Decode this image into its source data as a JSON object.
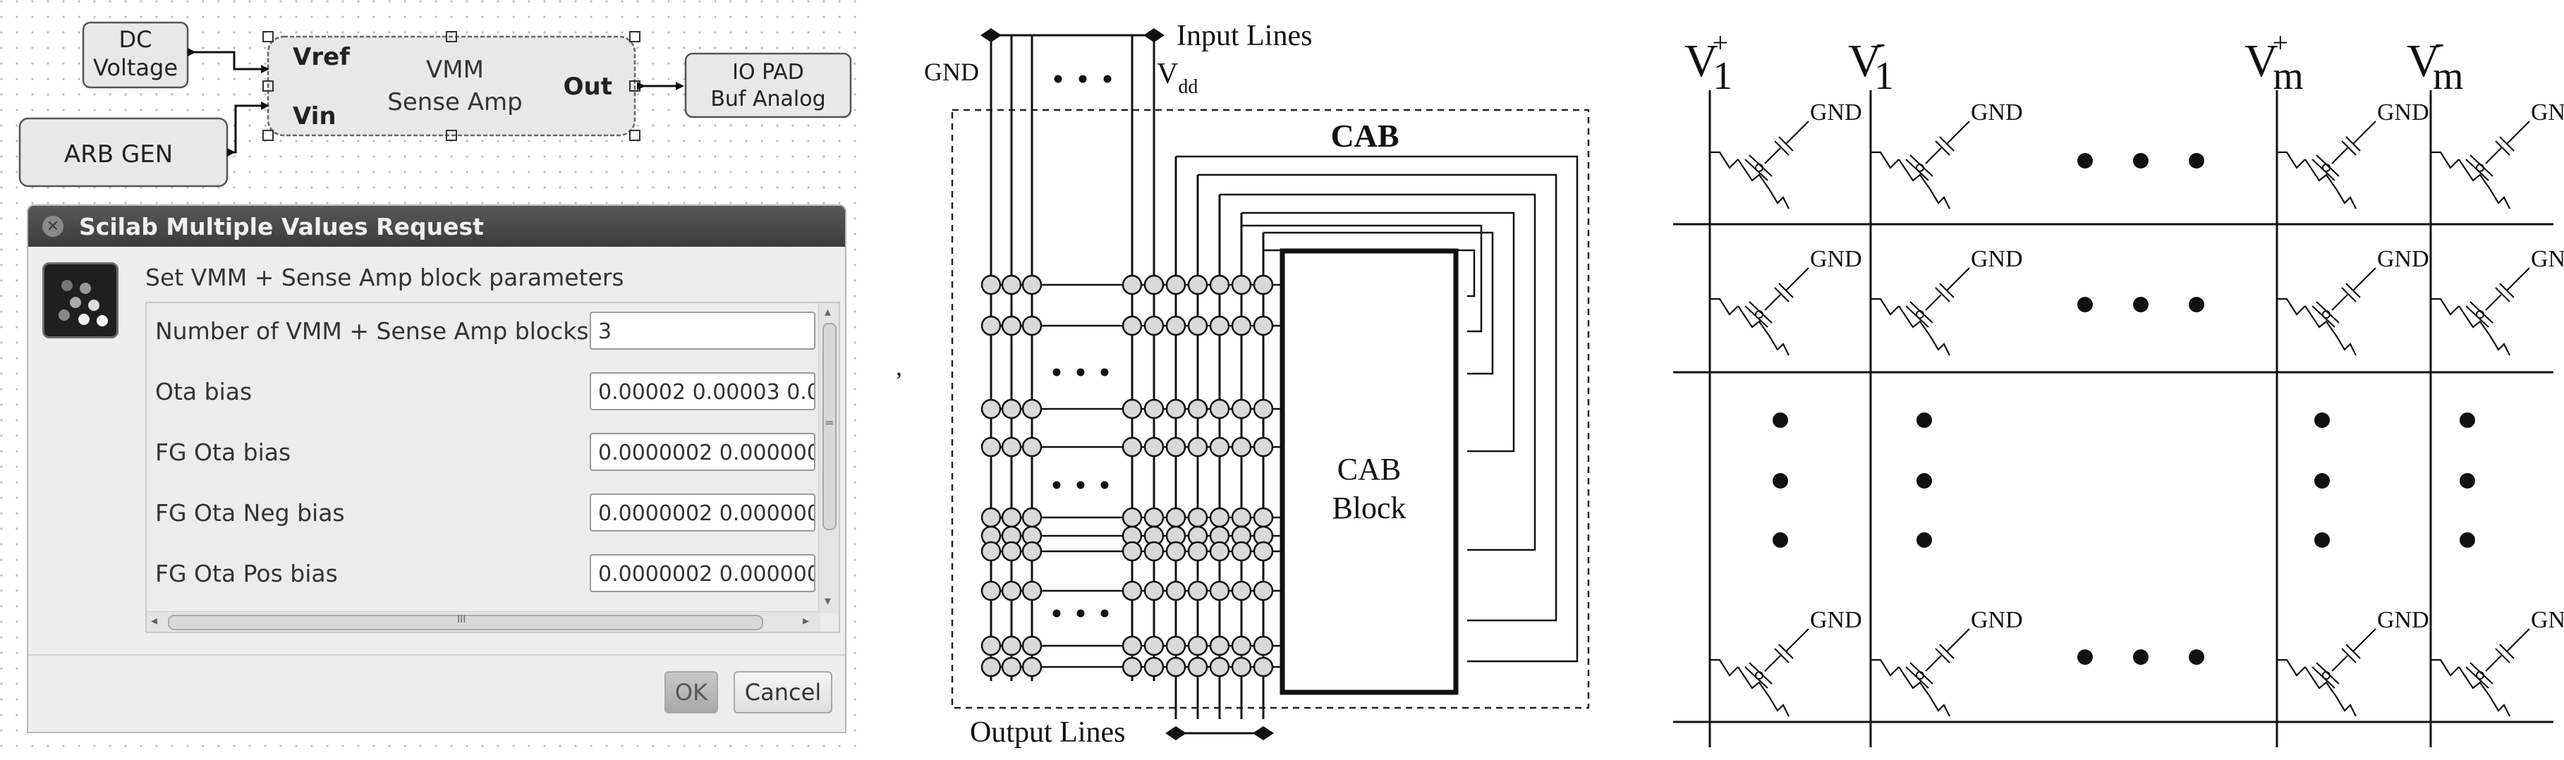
{
  "panel1": {
    "blocks": {
      "dc_voltage": [
        "DC",
        "Voltage"
      ],
      "arb_gen": "ARB GEN",
      "vmm": [
        "VMM",
        "Sense Amp"
      ],
      "port_vref": "Vref",
      "port_vin": "Vin",
      "port_out": "Out",
      "io_pad": [
        "IO PAD",
        "Buf Analog"
      ]
    },
    "dialog": {
      "title": "Scilab Multiple Values Request",
      "subtitle": "Set VMM + Sense Amp block parameters",
      "fields": [
        {
          "label": "Number of VMM + Sense Amp blocks",
          "value": "3"
        },
        {
          "label": "Ota bias",
          "value": "0.00002 0.00003 0.0"
        },
        {
          "label": "FG Ota bias",
          "value": "0.0000002 0.000000"
        },
        {
          "label": "FG Ota Neg bias",
          "value": "0.0000002 0.000000"
        },
        {
          "label": "FG Ota Pos bias",
          "value": "0.0000002 0.000000"
        }
      ],
      "ok_label": "OK",
      "cancel_label": "Cancel",
      "hscroll_grip": "III",
      "vscroll_grip": "="
    }
  },
  "separator_comma": ",",
  "panel2": {
    "input_lines": "Input Lines",
    "gnd": "GND",
    "vdd": "V",
    "vdd_sub": "dd",
    "cab": "CAB",
    "cab_block": [
      "CAB",
      "Block"
    ],
    "output_lines": "Output Lines"
  },
  "panel3": {
    "columns": [
      {
        "base": "V",
        "sup": "+",
        "sub": "1"
      },
      {
        "base": "V",
        "sup": "-",
        "sub": "1"
      },
      {
        "base": "V",
        "sup": "+",
        "sub": "m"
      },
      {
        "base": "V",
        "sup": "-",
        "sub": "m"
      }
    ],
    "gnd": "GND"
  },
  "colors": {
    "line": "#1a1a1a",
    "block_fill": "#e8e8e8",
    "node_fill": "#d9d9d9",
    "dialog_title": "#454545"
  }
}
